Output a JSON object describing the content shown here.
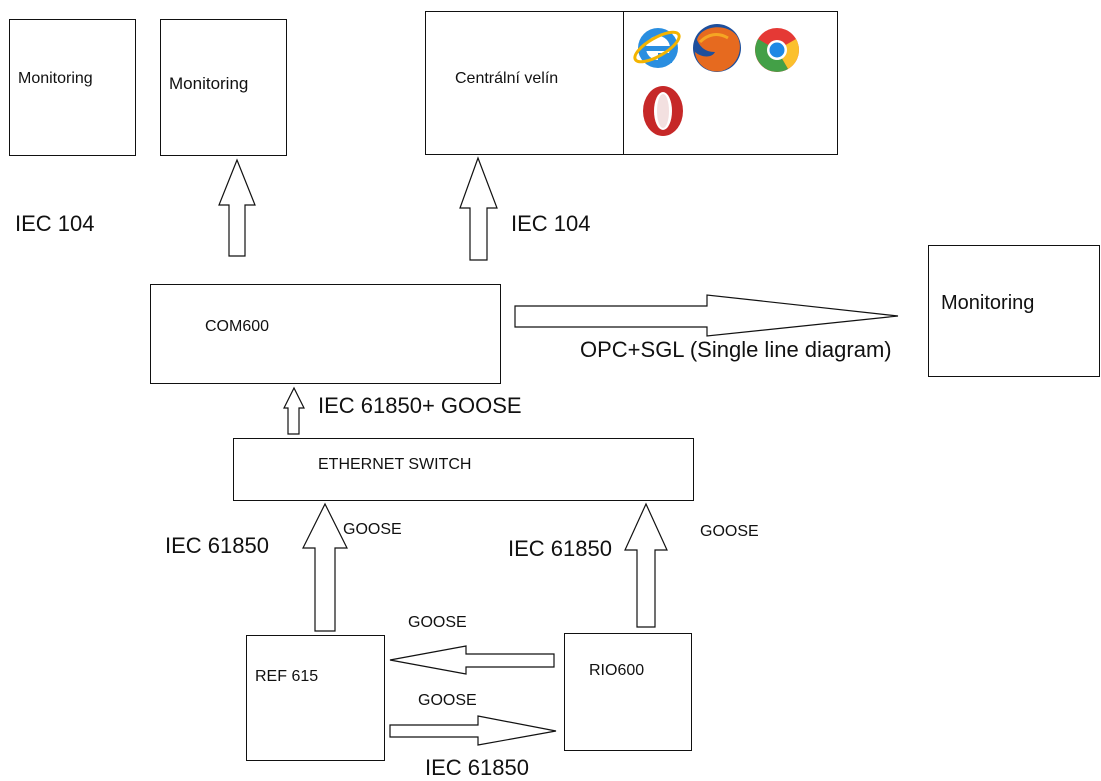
{
  "nodes": {
    "monitoring_1": "Monitoring",
    "monitoring_2": "Monitoring",
    "central": "Centrální velín",
    "monitoring_3": "Monitoring",
    "com600": "COM600",
    "switch": "ETHERNET SWITCH",
    "ref615": "REF 615",
    "rio600": "RIO600"
  },
  "edge_labels": {
    "iec104_left": "IEC 104",
    "iec104_center": "IEC 104",
    "opc": "OPC+SGL (Single line diagram)",
    "iec61850_goose": "IEC 61850+ GOOSE",
    "iec61850_left": "IEC 61850",
    "goose_left": "GOOSE",
    "iec61850_right": "IEC 61850",
    "goose_right": "GOOSE",
    "goose_top": "GOOSE",
    "goose_bottom": "GOOSE",
    "iec61850_bottom": "IEC 61850"
  },
  "browser_icons": [
    "internet-explorer-icon",
    "firefox-icon",
    "chrome-icon",
    "opera-icon"
  ]
}
